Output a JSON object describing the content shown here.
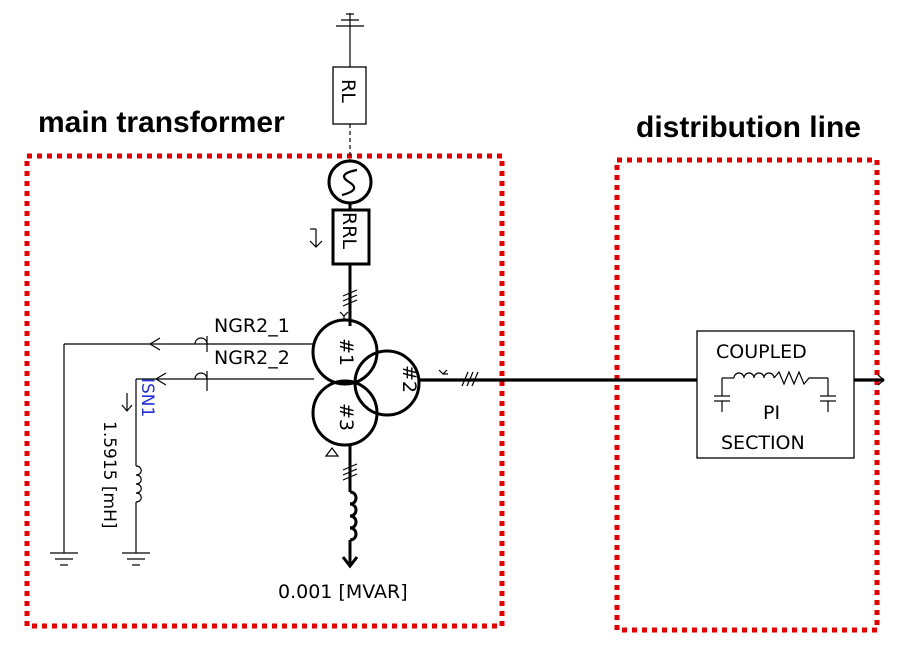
{
  "regions": {
    "main_transformer_label": "main  transformer",
    "distribution_line_label": "distribution  line"
  },
  "components": {
    "rl_label": "RL",
    "source_label": "S",
    "rrl_label": "RRL",
    "ngr1_label": "NGR2_1",
    "ngr2_label": "NGR2_2",
    "winding1_label": "#1",
    "winding2_label": "#2",
    "winding3_label": "#3",
    "isn_label": "ISN1",
    "inductance_value": "1.5915 [mH]",
    "load_value": "0.001 [MVAR]",
    "pi_section": {
      "line1": "COUPLED",
      "line2": "PI",
      "line3": "SECTION"
    }
  },
  "colors": {
    "dashed_box": "#e00000",
    "meter_label": "#1f2fd0",
    "wire": "#000000"
  }
}
